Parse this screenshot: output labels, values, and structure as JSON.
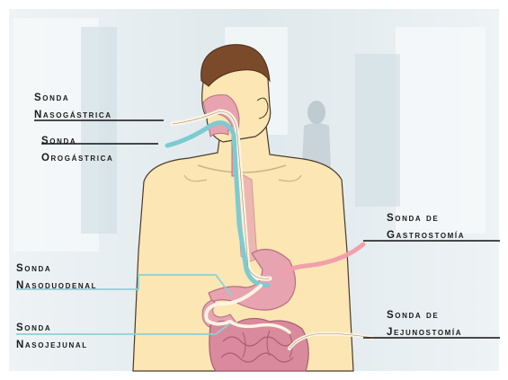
{
  "labels": {
    "nasogastrica": {
      "line1": "Sonda",
      "line2": "Nasogástrica"
    },
    "orogastrica": {
      "line1": "Sonda",
      "line2": "Orogástrica"
    },
    "gastrostomia": {
      "line1": "Sonda de",
      "line2": "Gastrostomía"
    },
    "nasoduodenal": {
      "line1": "Sonda",
      "line2": "Nasoduodenal"
    },
    "nasojejunal": {
      "line1": "Sonda",
      "line2": "Nasojejunal"
    },
    "jejunostomia": {
      "line1": "Sonda de",
      "line2": "Jejunostomía"
    }
  },
  "colors": {
    "skin": "#fbe6b4",
    "hair": "#7a4a2a",
    "organ": "#e8a3b0",
    "teal_tube": "#7ccbd1",
    "cream_tube": "#fdf4e2",
    "pink_tube": "#f0a0ab",
    "background": "#e6eef1"
  }
}
